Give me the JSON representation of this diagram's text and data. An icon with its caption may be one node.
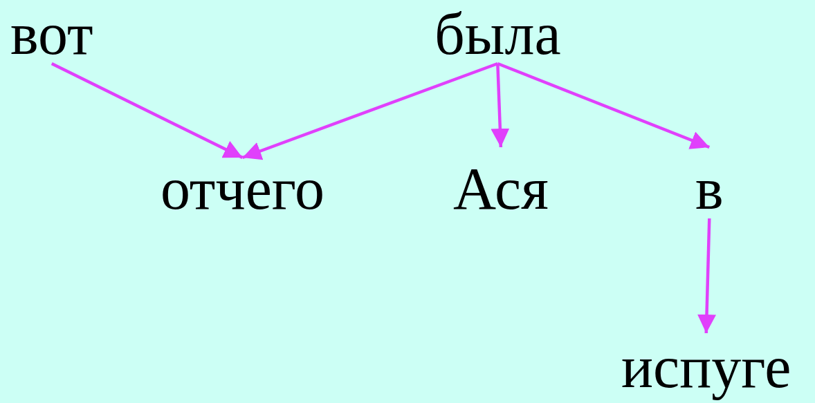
{
  "diagram": {
    "nodes": [
      {
        "text": [
          "вот"
        ]
      },
      {
        "text": [
          "была"
        ]
      },
      {
        "text": [
          "отчего"
        ]
      },
      {
        "text": [
          "Ася"
        ]
      },
      {
        "text": [
          "в"
        ]
      },
      {
        "text": [
          "испуге"
        ]
      }
    ],
    "edges": [
      {
        "from": 0,
        "to": 2,
        "arrow": "to"
      },
      {
        "from": 1,
        "to": 2,
        "arrow": "to"
      },
      {
        "from": 1,
        "to": 3,
        "arrow": "to"
      },
      {
        "from": 1,
        "to": 4,
        "arrow": "to"
      },
      {
        "from": 4,
        "to": 5,
        "arrow": "to"
      }
    ]
  }
}
